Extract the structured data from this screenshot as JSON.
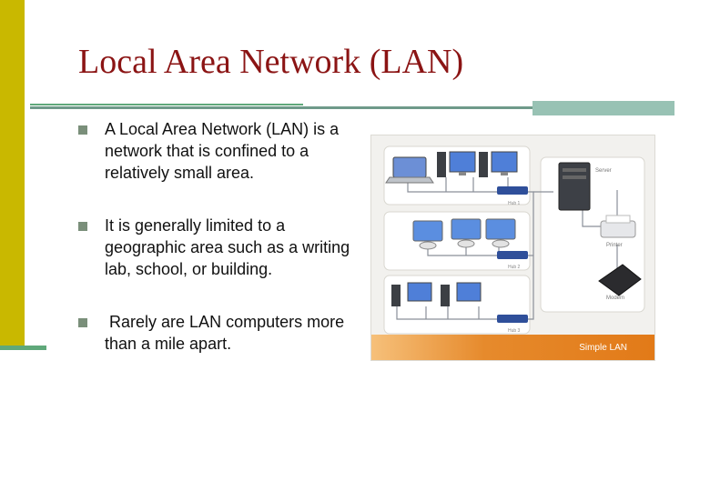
{
  "slide": {
    "title": "Local Area Network (LAN)",
    "bullets": [
      "A Local Area Network (LAN) is a network that is confined to a relatively small area.",
      "It is generally limited to a geographic area such as a writing lab, school, or building.",
      " Rarely are LAN computers more than a mile apart."
    ]
  },
  "figure": {
    "caption": "Simple LAN",
    "labels": {
      "server": "Server",
      "printer": "Printer",
      "modem": "Modem",
      "hub_1": "Hub 1",
      "hub_2": "Hub 2",
      "hub_3": "Hub 3"
    }
  },
  "colors": {
    "accent_bar": "#c9b800",
    "title": "#8b1414",
    "rule": "#6f9a8a",
    "caption_bar": "#e27a18"
  }
}
